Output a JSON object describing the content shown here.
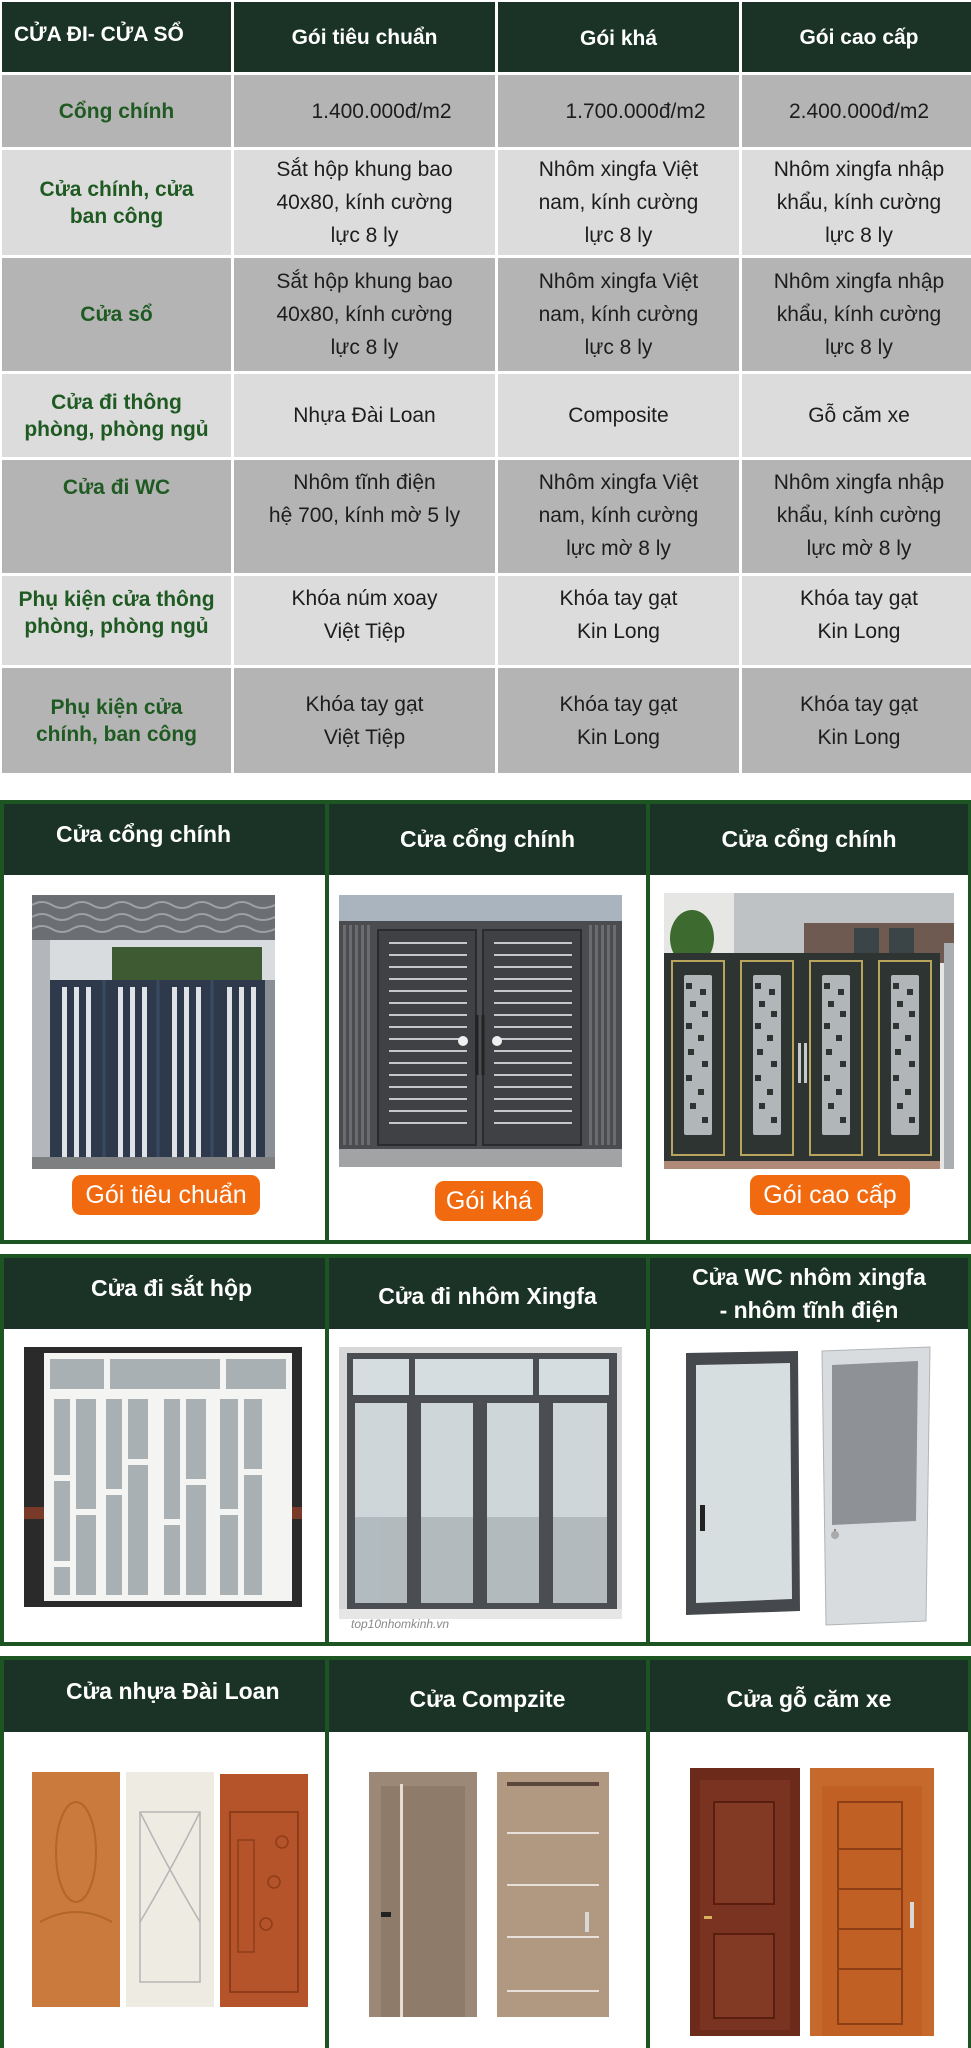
{
  "table": {
    "headers": [
      "CỬA ĐI- CỬA SỔ",
      "Gói tiêu chuẩn",
      "Gói khá",
      "Gói cao cấp"
    ],
    "rows": [
      {
        "label": [
          "Cổng chính"
        ],
        "cells": [
          [
            "1.400.000đ/m2"
          ],
          [
            "1.700.000đ/m2"
          ],
          [
            "2.400.000đ/m2"
          ]
        ]
      },
      {
        "label": [
          "Cửa chính, cửa",
          "ban công"
        ],
        "cells": [
          [
            "Sắt hộp khung bao",
            "40x80, kính cường",
            "lực 8 ly"
          ],
          [
            "Nhôm xingfa Việt",
            "nam, kính cường",
            "lực 8 ly"
          ],
          [
            "Nhôm xingfa nhập",
            "khẩu, kính cường",
            "lực 8 ly"
          ]
        ]
      },
      {
        "label": [
          "Cửa sổ"
        ],
        "cells": [
          [
            "Sắt hộp khung bao",
            "40x80, kính cường",
            "lực 8 ly"
          ],
          [
            "Nhôm xingfa Việt",
            "nam, kính cường",
            "lực 8 ly"
          ],
          [
            "Nhôm xingfa nhập",
            "khẩu, kính cường",
            "lực 8 ly"
          ]
        ]
      },
      {
        "label": [
          "Cửa đi thông",
          "phòng, phòng ngủ"
        ],
        "cells": [
          [
            "Nhựa Đài Loan"
          ],
          [
            "Composite"
          ],
          [
            "Gỗ căm xe"
          ]
        ]
      },
      {
        "label": [
          "Cửa đi WC"
        ],
        "cells": [
          [
            "Nhôm tĩnh điện",
            "hệ 700, kính mờ 5 ly"
          ],
          [
            "Nhôm xingfa Việt",
            "nam, kính cường",
            "lực mờ 8 ly"
          ],
          [
            "Nhôm xingfa nhập",
            "khẩu, kính cường",
            "lực mờ 8 ly"
          ]
        ]
      },
      {
        "label": [
          "Phụ kiện cửa thông",
          "phòng, phòng ngủ"
        ],
        "cells": [
          [
            "Khóa núm xoay",
            "Việt Tiệp"
          ],
          [
            "Khóa tay gạt",
            "Kin Long"
          ],
          [
            "Khóa tay gạt",
            "Kin Long"
          ]
        ]
      },
      {
        "label": [
          "Phụ kiện cửa",
          "chính, ban công"
        ],
        "cells": [
          [
            "Khóa tay gạt",
            "Việt Tiệp"
          ],
          [
            "Khóa tay gạt",
            "Kin Long"
          ],
          [
            "Khóa tay gạt",
            "Kin Long"
          ]
        ]
      }
    ]
  },
  "sections": [
    {
      "titles": [
        "Cửa cổng chính",
        "Cửa cổng chính",
        "Cửa cổng chính"
      ],
      "images": [
        "gate-vertical-bars-image",
        "gate-horizontal-slats-image",
        "gate-laser-cut-pattern-image"
      ],
      "buttons": [
        "Gói tiêu chuẩn",
        "Gói khá",
        "Gói cao cấp"
      ]
    },
    {
      "titles": [
        [
          "Cửa đi sắt hộp"
        ],
        [
          "Cửa đi nhôm Xingfa"
        ],
        [
          "Cửa WC nhôm xingfa",
          "- nhôm tĩnh điện"
        ]
      ],
      "images": [
        "white-steel-door-image",
        "xingfa-aluminum-door-image",
        "wc-aluminum-doors-image"
      ],
      "watermark": "top10nhomkinh.vn"
    },
    {
      "titles": [
        "Cửa nhựa Đài Loan",
        "Cửa Compzite",
        "Cửa gỗ căm xe"
      ],
      "images": [
        "taiwan-plastic-doors-image",
        "composite-doors-image",
        "teak-wood-doors-image"
      ]
    }
  ],
  "colors": {
    "header_dark_green": "#1b3326",
    "border_green": "#1c5522",
    "label_green": "#1f5a22",
    "row_light": "#dcdcdc",
    "row_dark": "#b4b4b4",
    "button_orange": "#f26a10"
  }
}
